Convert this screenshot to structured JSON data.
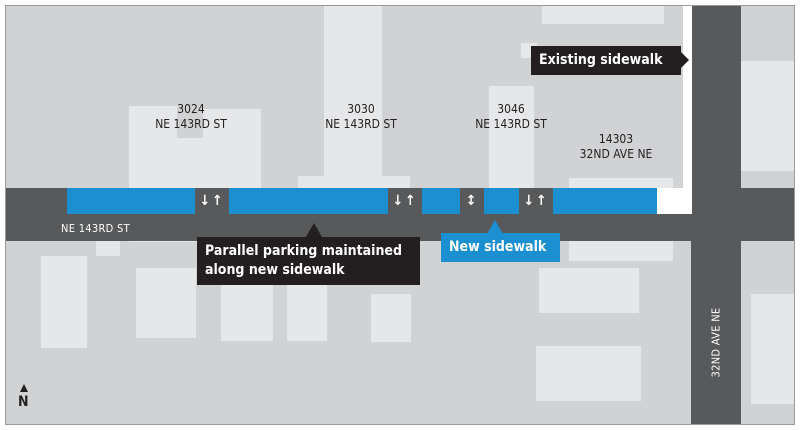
{
  "addresses": [
    {
      "number": "3024",
      "street": "NE 143RD ST"
    },
    {
      "number": "3030",
      "street": "NE 143RD ST"
    },
    {
      "number": "3046",
      "street": "NE 143RD ST"
    },
    {
      "number": "14303",
      "street": "32ND AVE NE"
    }
  ],
  "streets": {
    "horizontal": "NE 143RD ST",
    "vertical": "32ND AVE NE"
  },
  "callouts": {
    "existing": "Existing sidewalk",
    "parking_line1": "Parallel parking maintained",
    "parking_line2": "along new sidewalk",
    "new": "New sidewalk"
  },
  "driveway_symbols": [
    "↓↑",
    "↓↑",
    "↕",
    "↓↑"
  ],
  "north_label": "N",
  "colors": {
    "new_sidewalk": "#1b8fd0",
    "road": "#58595b",
    "land": "#d1d2d4",
    "building": "#e6e7e8",
    "callout": "#231f20"
  }
}
